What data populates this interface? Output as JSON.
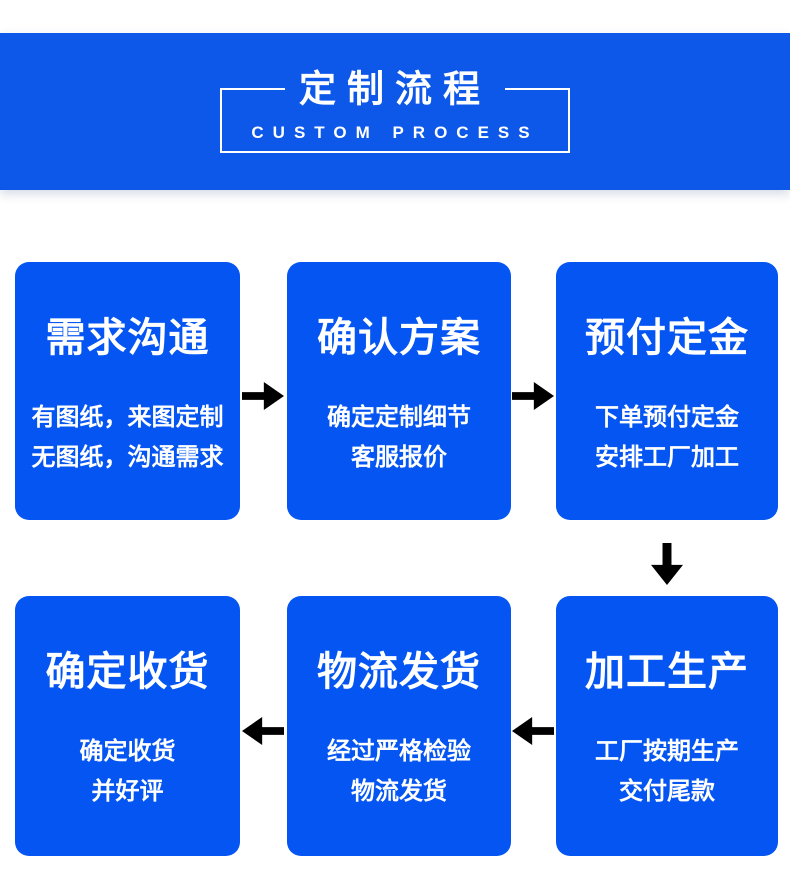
{
  "colors": {
    "page-bg": "#ffffff",
    "banner-blue": "#0d57e9",
    "card-blue": "#0455f2",
    "arrow-black": "#000000",
    "text-white": "#ffffff"
  },
  "banner": {
    "title": "定制流程",
    "subtitle": "CUSTOM PROCESS"
  },
  "flow": {
    "steps": [
      {
        "title": "需求沟通",
        "lines": [
          "有图纸，来图定制",
          "无图纸，沟通需求"
        ]
      },
      {
        "title": "确认方案",
        "lines": [
          "确定定制细节",
          "客服报价"
        ]
      },
      {
        "title": "预付定金",
        "lines": [
          "下单预付定金",
          "安排工厂加工"
        ]
      },
      {
        "title": "加工生产",
        "lines": [
          "工厂按期生产",
          "交付尾款"
        ]
      },
      {
        "title": "物流发货",
        "lines": [
          "经过严格检验",
          "物流发货"
        ]
      },
      {
        "title": "确定收货",
        "lines": [
          "确定收货",
          "并好评"
        ]
      }
    ],
    "arrows": [
      {
        "icon": "arrow-right-icon",
        "direction": "right"
      },
      {
        "icon": "arrow-right-icon",
        "direction": "right"
      },
      {
        "icon": "arrow-down-icon",
        "direction": "down"
      },
      {
        "icon": "arrow-left-icon",
        "direction": "left"
      },
      {
        "icon": "arrow-left-icon",
        "direction": "left"
      }
    ]
  }
}
